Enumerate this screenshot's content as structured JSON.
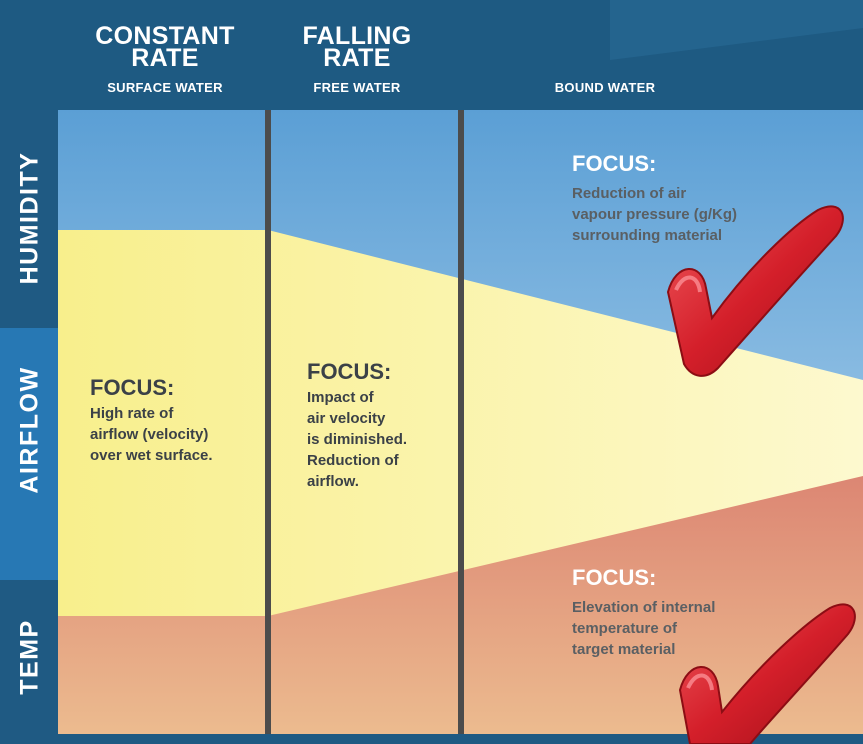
{
  "header": {
    "col1_title": [
      "CONSTANT",
      "RATE"
    ],
    "col1_sub": "SURFACE WATER",
    "col2_title": [
      "FALLING",
      "RATE"
    ],
    "col2_sub": "FREE WATER",
    "col3_sub": "BOUND WATER"
  },
  "side_labels": {
    "humidity": "HUMIDITY",
    "airflow": "AIRFLOW",
    "temp": "TEMP"
  },
  "blocks": {
    "constant_rate": {
      "heading": "FOCUS:",
      "lines": [
        "High rate of",
        "airflow (velocity)",
        "over wet surface."
      ]
    },
    "falling_rate": {
      "heading": "FOCUS:",
      "lines": [
        "Impact of",
        "air velocity",
        "is diminished.",
        "Reduction of",
        "airflow."
      ]
    },
    "humidity_focus": {
      "heading": "FOCUS:",
      "lines": [
        "Reduction of air",
        "vapour pressure (g/Kg)",
        "surrounding material"
      ]
    },
    "temp_focus": {
      "heading": "FOCUS:",
      "lines": [
        "Elevation of internal",
        "temperature of",
        "target material"
      ]
    }
  },
  "colors": {
    "navy": "#1e5a82",
    "humidity_blue": "#79b5e1",
    "airflow_yellow": "#fbf39d",
    "temp_red": "#e49a82",
    "checkmark": "#d8212b",
    "divider": "#4c4c4c"
  },
  "icons": [
    "checkmark-icon"
  ]
}
